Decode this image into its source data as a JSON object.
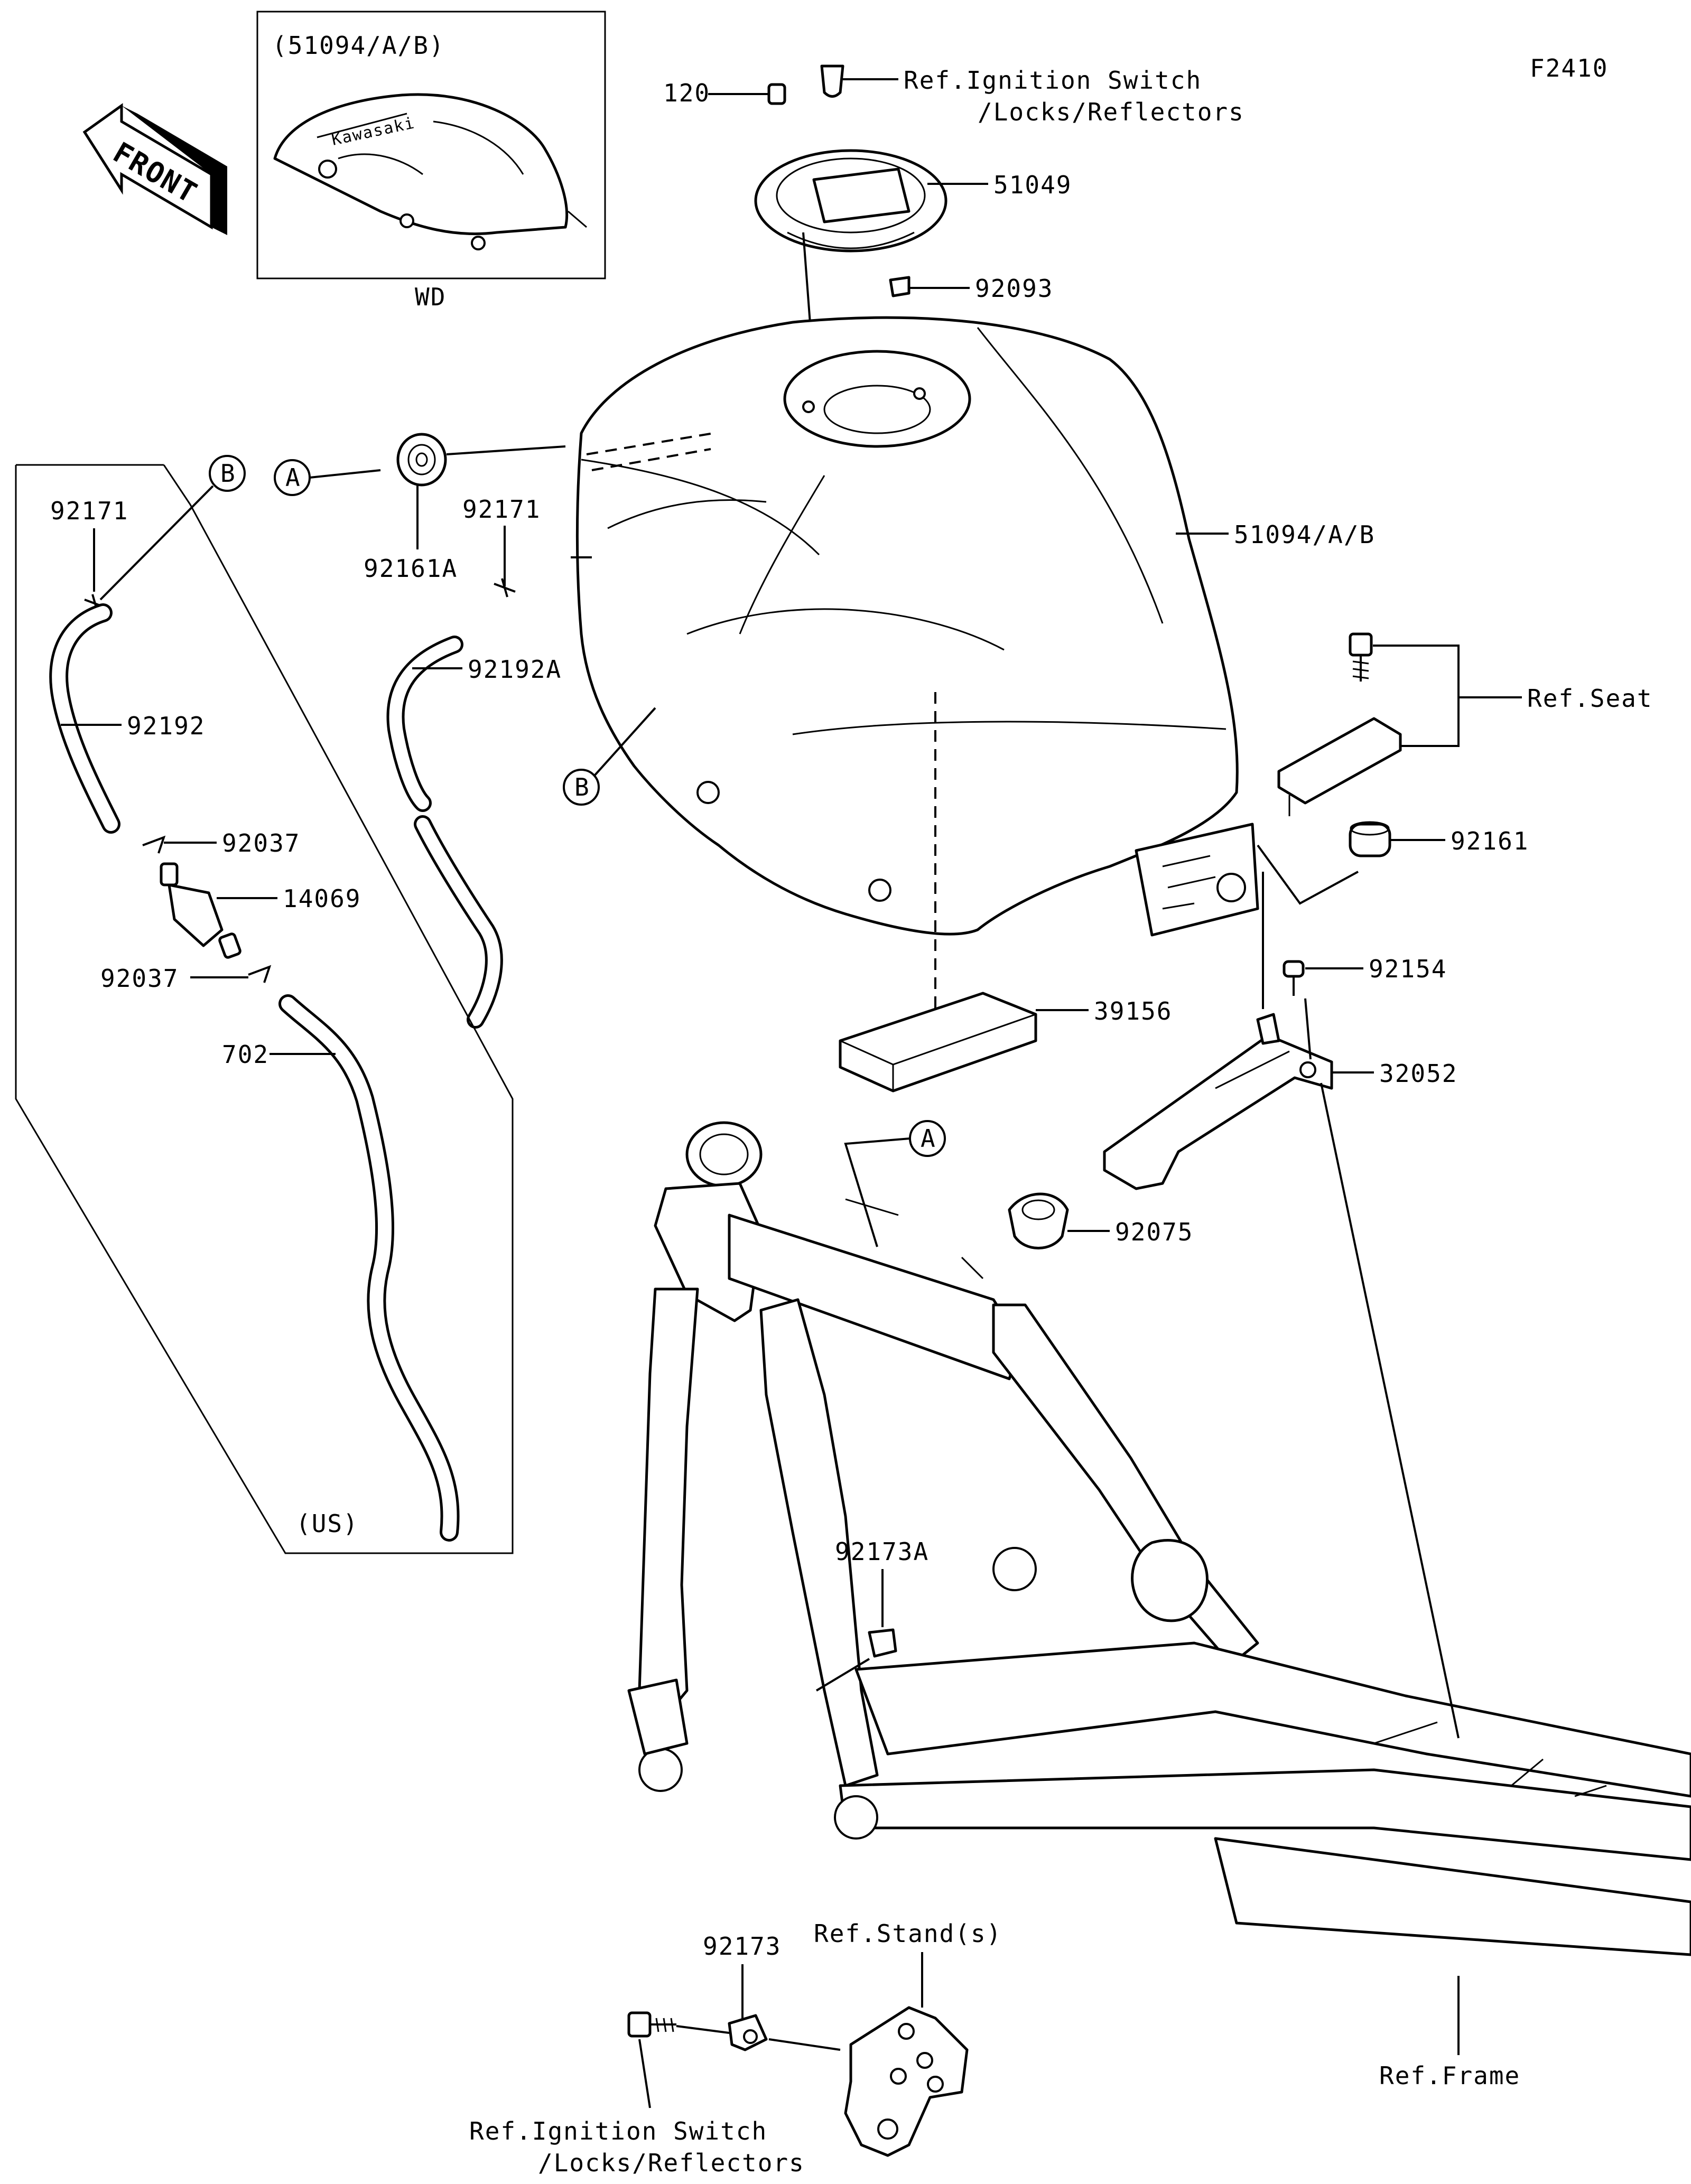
{
  "diagram": {
    "figure_code": "F2410",
    "front_label": "FRONT",
    "inset": {
      "part_no": "(51094/A/B)",
      "caption": "WD"
    },
    "us_box_label": "(US)",
    "callouts": {
      "a": "A",
      "b": "B"
    },
    "labels": {
      "p120": "120",
      "ign_top_1": "Ref.Ignition Switch",
      "ign_top_2": "/Locks/Reflectors",
      "p51049": "51049",
      "p92093": "92093",
      "p51094": "51094/A/B",
      "p92161A": "92161A",
      "p92171_mid": "92171",
      "p92192A": "92192A",
      "p92171_left": "92171",
      "p92192": "92192",
      "p92037_a": "92037",
      "p14069": "14069",
      "p92037_b": "92037",
      "p702": "702",
      "ref_seat": "Ref.Seat",
      "p92161": "92161",
      "p92154": "92154",
      "p32052": "32052",
      "p39156": "39156",
      "p92075": "92075",
      "p92173A": "92173A",
      "p92173": "92173",
      "ref_stand": "Ref.Stand(s)",
      "ign_bot_1": "Ref.Ignition Switch",
      "ign_bot_2": "/Locks/Reflectors",
      "ref_frame": "Ref.Frame"
    }
  }
}
